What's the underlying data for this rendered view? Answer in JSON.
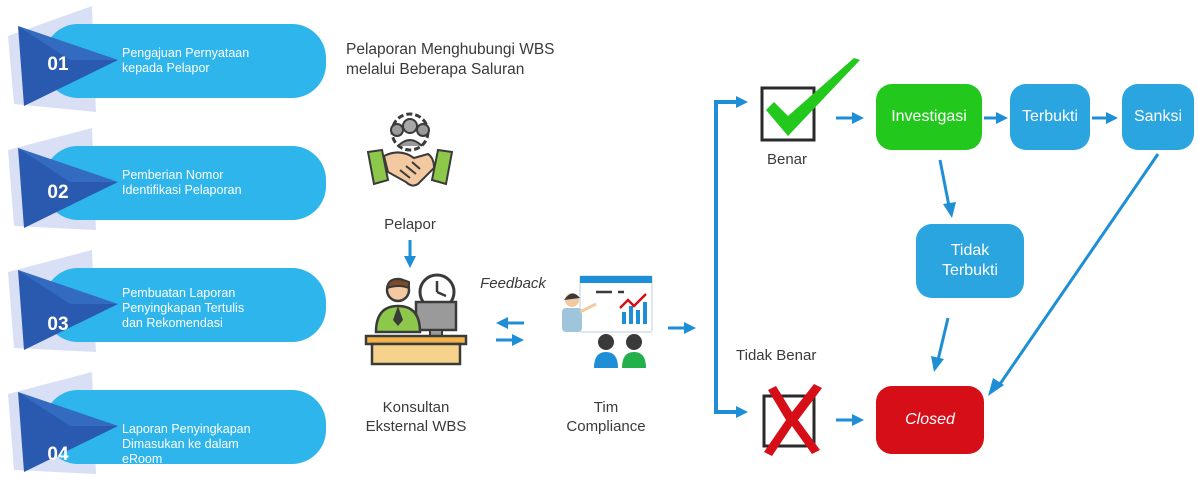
{
  "colors": {
    "accent_blue": "#1e8fd6",
    "step_light": "#2db5ec",
    "step_dark": "#2a59b0",
    "green": "#22c81b",
    "red": "#d60e17",
    "box_blue": "#2aa5e0",
    "text": "#3a3a3a"
  },
  "steps": [
    {
      "number": "01",
      "line1": "Pengajuan Pernyataan",
      "line2": "kepada Pelapor",
      "line3": ""
    },
    {
      "number": "02",
      "line1": "Pemberian Nomor",
      "line2": "Identifikasi Pelaporan",
      "line3": ""
    },
    {
      "number": "03",
      "line1": "Pembuatan Laporan",
      "line2": "Penyingkapan Tertulis",
      "line3": "dan Rekomendasi"
    },
    {
      "number": "04",
      "line1": "Laporan Penyingkapan",
      "line2": "Dimasukan ke dalam",
      "line3": "eRoom"
    }
  ],
  "intro": {
    "line1": "Pelaporan Menghubungi WBS",
    "line2": "melalui Beberapa Saluran"
  },
  "actors": {
    "pelapor": "Pelapor",
    "consultant_line1": "Konsultan",
    "consultant_line2": "Eksternal WBS",
    "feedback": "Feedback",
    "team_line1": "Tim",
    "team_line2": "Compliance"
  },
  "icons": {
    "pelapor": "handshake-team-icon",
    "consultant": "consultant-desk-clock-icon",
    "team": "presentation-team-icon",
    "correct": "checkmark-box-icon",
    "incorrect": "cross-box-icon"
  },
  "outcomes": {
    "benar": "Benar",
    "tidak_benar": "Tidak Benar",
    "investigasi": "Investigasi",
    "terbukti": "Terbukti",
    "sanksi": "Sanksi",
    "tidak_terbukti_line1": "Tidak",
    "tidak_terbukti_line2": "Terbukti",
    "closed": "Closed"
  }
}
